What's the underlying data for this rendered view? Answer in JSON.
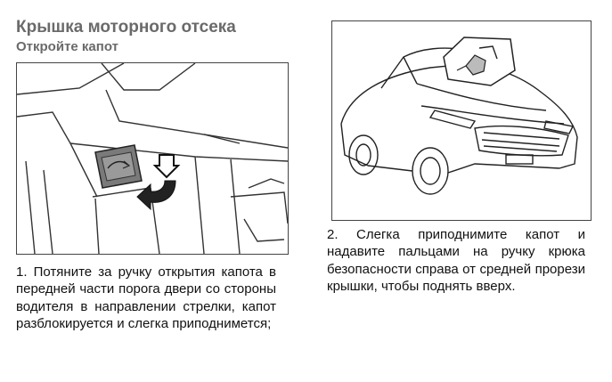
{
  "heading": {
    "title": "Крышка моторного отсека",
    "subtitle": "Откройте капот"
  },
  "steps": [
    {
      "text": "1. Потяните за ручку открытия капота в передней части порога двери со стороны водителя в направлении стрелки, капот разблокируется и слегка приподнимется;"
    },
    {
      "text": "2. Слегка приподнимите капот и надавите пальцами на ручку крюка безопасности справа от средней прорези крышки, чтобы поднять вверх."
    }
  ],
  "illustrations": [
    {
      "icon": "hood-release-lever-illustration"
    },
    {
      "icon": "car-hood-safety-hook-illustration"
    }
  ]
}
